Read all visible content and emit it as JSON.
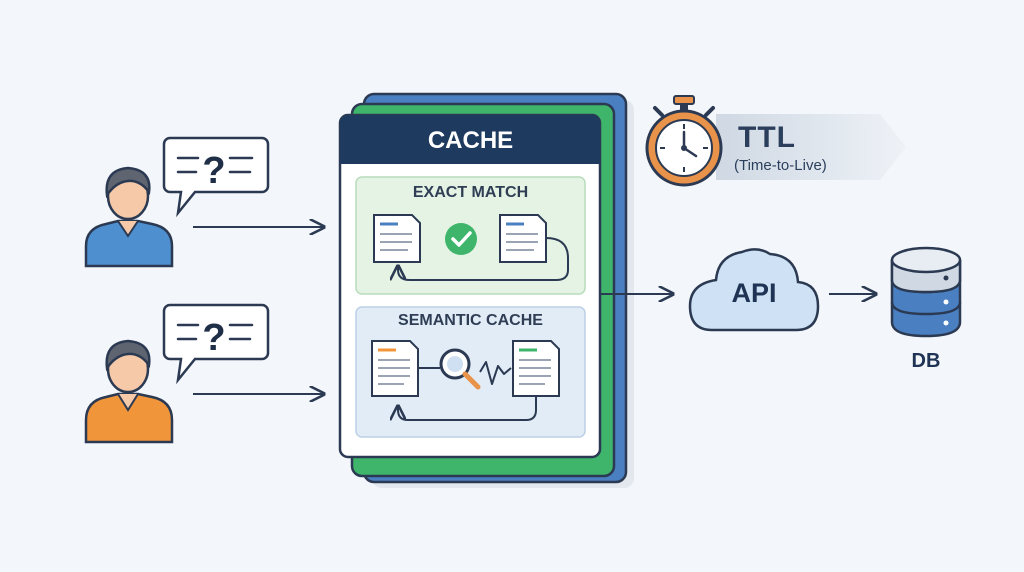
{
  "cache": {
    "title": "CACHE",
    "exact_match_title": "EXACT MATCH",
    "semantic_cache_title": "SEMANTIC CACHE"
  },
  "ttl": {
    "title": "TTL",
    "subtitle": "(Time-to-Live)"
  },
  "api": {
    "label": "API"
  },
  "db": {
    "label": "DB"
  },
  "colors": {
    "background": "#f3f6fa",
    "navy": "#1e3a5f",
    "green": "#3fb56b",
    "blue": "#4a7fc1",
    "user_blue": "#4e8fd0",
    "user_orange": "#f0953a",
    "exact_bg": "#e4f3e4",
    "semantic_bg": "#e1ecf6",
    "timer_orange": "#e9934a"
  },
  "icons": [
    "question-bubble-icon",
    "user-icon",
    "document-icon",
    "checkmark-icon",
    "magnifier-icon",
    "stopwatch-icon",
    "cloud-icon",
    "database-icon",
    "arrow-icon"
  ]
}
